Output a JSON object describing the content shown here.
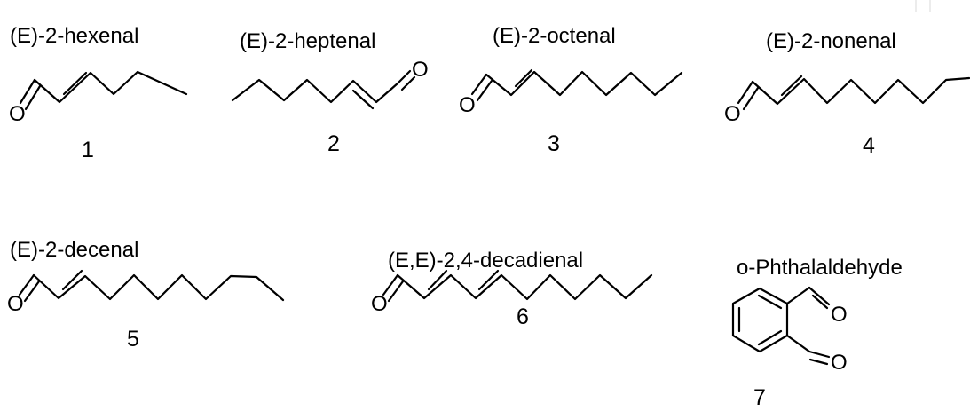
{
  "molecules": [
    {
      "name": "(E)-2-hexenal",
      "number": "1",
      "atom": "O"
    },
    {
      "name": "(E)-2-heptenal",
      "number": "2",
      "atom": "O"
    },
    {
      "name": "(E)-2-octenal",
      "number": "3",
      "atom": "O"
    },
    {
      "name": "(E)-2-nonenal",
      "number": "4",
      "atom": "O"
    },
    {
      "name": "(E)-2-decenal",
      "number": "5",
      "atom": "O"
    },
    {
      "name": "(E,E)-2,4-decadienal",
      "number": "6",
      "atom": "O"
    },
    {
      "name": "o-Phthalaldehyde",
      "number": "7",
      "atom": "O"
    }
  ]
}
